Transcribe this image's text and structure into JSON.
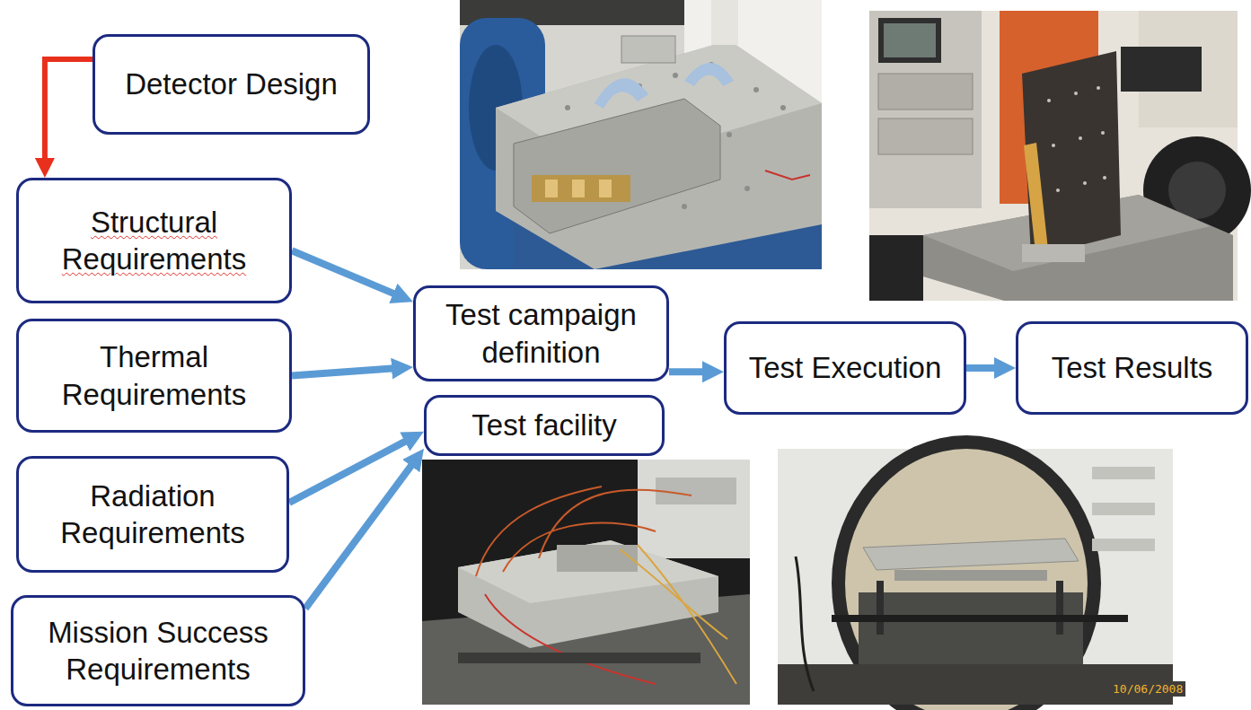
{
  "diagram": {
    "nodes": [
      {
        "text": [
          "Detector Design"
        ]
      },
      {
        "text": [
          "Structural Requirements"
        ]
      },
      {
        "text": [
          "Thermal Requirements"
        ]
      },
      {
        "text": [
          "Radiation Requirements"
        ]
      },
      {
        "text": [
          "Mission Success Requirements"
        ]
      },
      {
        "text": [
          "Test campaign definition"
        ]
      },
      {
        "text": [
          "Test facility"
        ]
      },
      {
        "text": [
          "Test Execution"
        ]
      },
      {
        "text": [
          "Test Results"
        ]
      }
    ],
    "edges": [
      {
        "from": 0,
        "to": 1,
        "arrow": "to"
      },
      {
        "from": 1,
        "to": 5,
        "arrow": "to"
      },
      {
        "from": 2,
        "to": 5,
        "arrow": "to"
      },
      {
        "from": 3,
        "to": 6,
        "arrow": "to"
      },
      {
        "from": 4,
        "to": 6,
        "arrow": "to"
      },
      {
        "from": 5,
        "to": 7,
        "arrow": "to"
      },
      {
        "from": 7,
        "to": 8,
        "arrow": "to"
      }
    ],
    "labels": [
      "10/06/2008"
    ]
  }
}
